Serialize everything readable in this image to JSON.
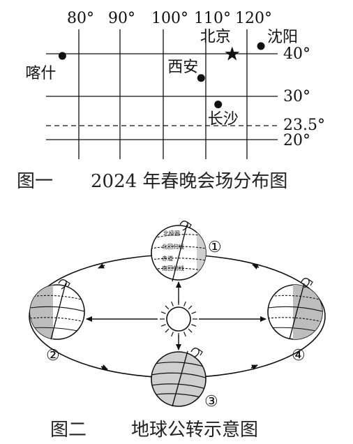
{
  "figure1": {
    "lon_labels": [
      "80°",
      "90°",
      "100°",
      "110°",
      "120°"
    ],
    "lat_labels": [
      "40°",
      "30°",
      "23.5°",
      "20°"
    ],
    "cities": [
      {
        "name": "喀什",
        "lon": 76,
        "lat": 39.5,
        "marker": "dot"
      },
      {
        "name": "西安",
        "lon": 108.9,
        "lat": 34.3,
        "marker": "dot"
      },
      {
        "name": "北京",
        "lon": 116.4,
        "lat": 39.9,
        "marker": "star"
      },
      {
        "name": "沈阳",
        "lon": 123.4,
        "lat": 41.8,
        "marker": "dot"
      },
      {
        "name": "长沙",
        "lon": 113,
        "lat": 28.2,
        "marker": "dot"
      }
    ],
    "caption_num": "图一",
    "caption_text": "2024 年春晚会场分布图"
  },
  "figure2": {
    "positions": [
      "①",
      "②",
      "③",
      "④"
    ],
    "globe_labels": {
      "arctic": "北极圈",
      "tropic_n": "北回归线",
      "equator": "赤道",
      "tropic_s": "南回归线"
    },
    "caption_num": "图二",
    "caption_text": "地球公转示意图"
  }
}
